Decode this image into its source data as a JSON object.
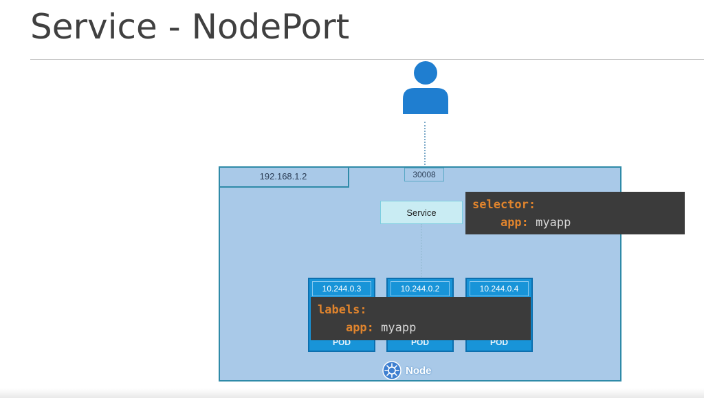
{
  "title": "Service - NodePort",
  "node": {
    "ip": "192.168.1.2",
    "port": "30008",
    "label": "Node"
  },
  "service": {
    "label": "Service"
  },
  "selector": {
    "key": "selector:",
    "sub_key": "app:",
    "sub_value": "myapp"
  },
  "labels": {
    "key": "labels:",
    "sub_key": "app:",
    "sub_value": "myapp"
  },
  "pods": [
    {
      "ip": "10.244.0.3",
      "label": "POD"
    },
    {
      "ip": "10.244.0.2",
      "label": "POD"
    },
    {
      "ip": "10.244.0.4",
      "label": "POD"
    }
  ],
  "colors": {
    "node_fill": "#a9c9e8",
    "node_border": "#2f8aa8",
    "pod_fill": "#1894d8",
    "code_bg": "#3b3b3b",
    "code_key": "#e0842d",
    "user_icon": "#1f7ed0"
  },
  "icons": {
    "user": "user-icon",
    "node": "kubernetes-helm-icon"
  }
}
